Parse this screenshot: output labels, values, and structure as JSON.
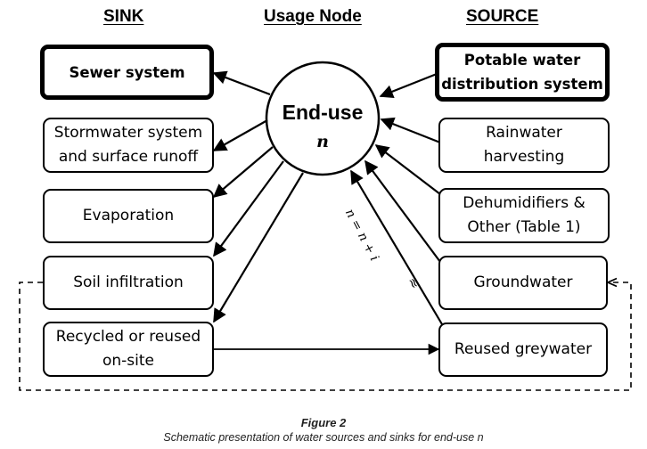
{
  "headers": {
    "sink": "SINK",
    "usage_node": "Usage Node",
    "source": "SOURCE"
  },
  "node": {
    "title": "End-use",
    "variable": "n"
  },
  "sinks": [
    {
      "label": "Sewer system",
      "emphasis": "bold"
    },
    {
      "label": "Stormwater system\nand surface runoff",
      "emphasis": "normal"
    },
    {
      "label": "Evaporation",
      "emphasis": "normal"
    },
    {
      "label": "Soil infiltration",
      "emphasis": "normal"
    },
    {
      "label": "Recycled or reused\non-site",
      "emphasis": "normal"
    }
  ],
  "sources": [
    {
      "label": "Potable water\ndistribution system",
      "emphasis": "bold"
    },
    {
      "label": "Rainwater\nharvesting",
      "emphasis": "normal"
    },
    {
      "label": "Dehumidifiers &\nOther (Table 1)",
      "emphasis": "normal"
    },
    {
      "label": "Groundwater",
      "emphasis": "normal"
    },
    {
      "label": "Reused greywater",
      "emphasis": "normal"
    }
  ],
  "annotations": {
    "iteration": "n = n + i",
    "approx_symbol": "≈"
  },
  "caption": {
    "title": "Figure 2",
    "text": "Schematic presentation of water sources and sinks for end-use n"
  }
}
